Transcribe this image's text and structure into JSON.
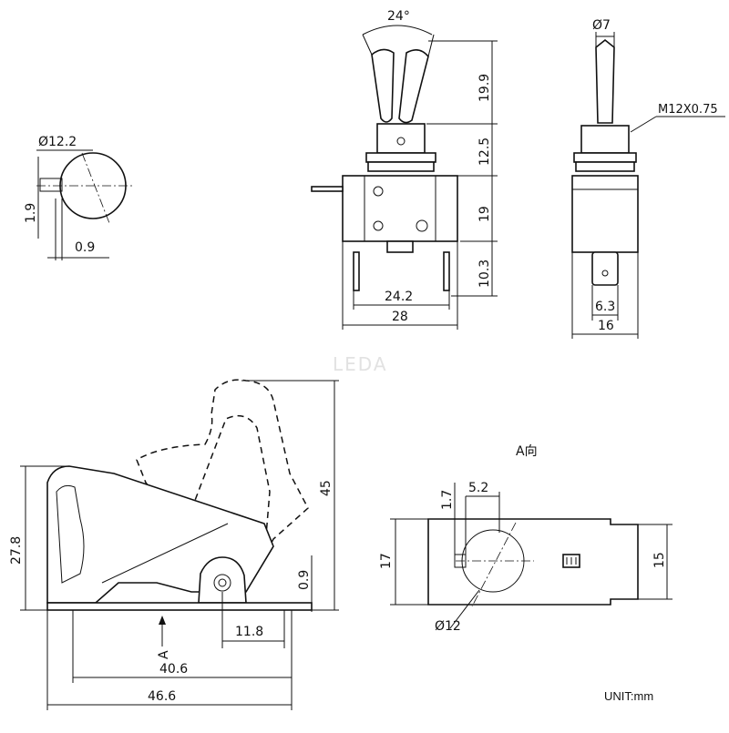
{
  "watermark": "LEDA",
  "unit_label": "UNIT:mm",
  "view_a_title": "A向",
  "section_marker": "A",
  "dimensions": {
    "pin_diameter": "Ø12.2",
    "pin_offset_v": "1.9",
    "pin_offset_h": "0.9",
    "lever_angle": "24°",
    "lever_height": "19.9",
    "bushing_height": "12.5",
    "body_height": "19",
    "terminal_height": "10.3",
    "terminal_pitch": "24.2",
    "body_width": "28",
    "lever_diameter": "Ø7",
    "thread": "M12X0.75",
    "terminal_width": "6.3",
    "side_width": "16",
    "cover_total_height": "45",
    "cover_height": "27.8",
    "cover_gap": "0.9",
    "hinge_offset": "11.8",
    "cover_inner_length": "40.6",
    "cover_total_length": "46.6",
    "a_dim_1_7": "1.7",
    "a_dim_5_2": "5.2",
    "a_height_17": "17",
    "a_height_15": "15",
    "a_hole": "Ø12"
  }
}
